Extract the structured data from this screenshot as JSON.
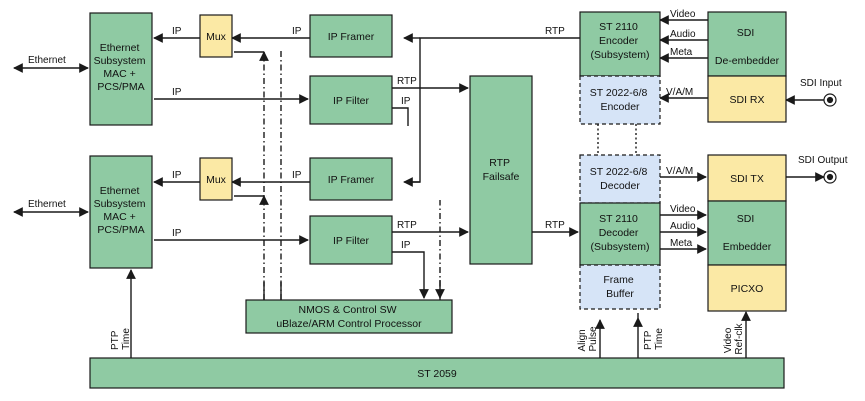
{
  "colors": {
    "green": "#8fcaa3",
    "yellow": "#fbe9a5",
    "blue": "#d6e4f7",
    "line": "#1a1a1a"
  },
  "blocks": {
    "eth1": [
      "Ethernet",
      "Subsystem",
      "MAC +",
      "PCS/PMA"
    ],
    "eth2": [
      "Ethernet",
      "Subsystem",
      "MAC +",
      "PCS/PMA"
    ],
    "mux1": "Mux",
    "mux2": "Mux",
    "ipframer1": "IP Framer",
    "ipfilter1": "IP Filter",
    "ipframer2": "IP Framer",
    "ipfilter2": "IP Filter",
    "rtpfailsafe": [
      "RTP",
      "Failsafe"
    ],
    "st2110enc": [
      "ST 2110",
      "Encoder",
      "(Subsystem)"
    ],
    "st2022enc": [
      "ST 2022-6/8",
      "Encoder"
    ],
    "st2022dec": [
      "ST 2022-6/8",
      "Decoder"
    ],
    "st2110dec": [
      "ST 2110",
      "Decoder",
      "(Subsystem)"
    ],
    "framebuffer": [
      "Frame",
      "Buffer"
    ],
    "sdidemb": [
      "SDI",
      "De-embedder"
    ],
    "sdirx": "SDI RX",
    "sditx": "SDI TX",
    "sdiemb": [
      "SDI",
      "Embedder"
    ],
    "picxo": "PICXO",
    "nmos": [
      "NMOS & Control SW",
      "uBlaze/ARM Control Processor"
    ],
    "st2059": "ST 2059"
  },
  "labels": {
    "ethernet1": "Ethernet",
    "ethernet2": "Ethernet",
    "ip_eth1_mux": "IP",
    "ip_mux1_framer": "IP",
    "ip_eth1_filter": "IP",
    "rtp_top": "RTP",
    "rtp_filter1": "RTP",
    "ip_filter1": "IP",
    "ip_eth2_mux": "IP",
    "ip_mux2_framer": "IP",
    "ip_eth2_filter": "IP",
    "rtp_filter2": "RTP",
    "ip_filter2": "IP",
    "rtp_dec": "RTP",
    "video_top": "Video",
    "audio_top": "Audio",
    "meta_top": "Meta",
    "vam_top": "V/A/M",
    "vam_bot": "V/A/M",
    "video_bot": "Video",
    "audio_bot": "Audio",
    "meta_bot": "Meta",
    "sdi_input": "SDI Input",
    "sdi_output": "SDI Output",
    "ptp_time_left": [
      "PTP",
      "Time"
    ],
    "align_pulse": [
      "Align",
      "Pulse"
    ],
    "ptp_time_right": [
      "PTP",
      "Time"
    ],
    "video_refclk": [
      "Video",
      "Ref-clk"
    ]
  }
}
